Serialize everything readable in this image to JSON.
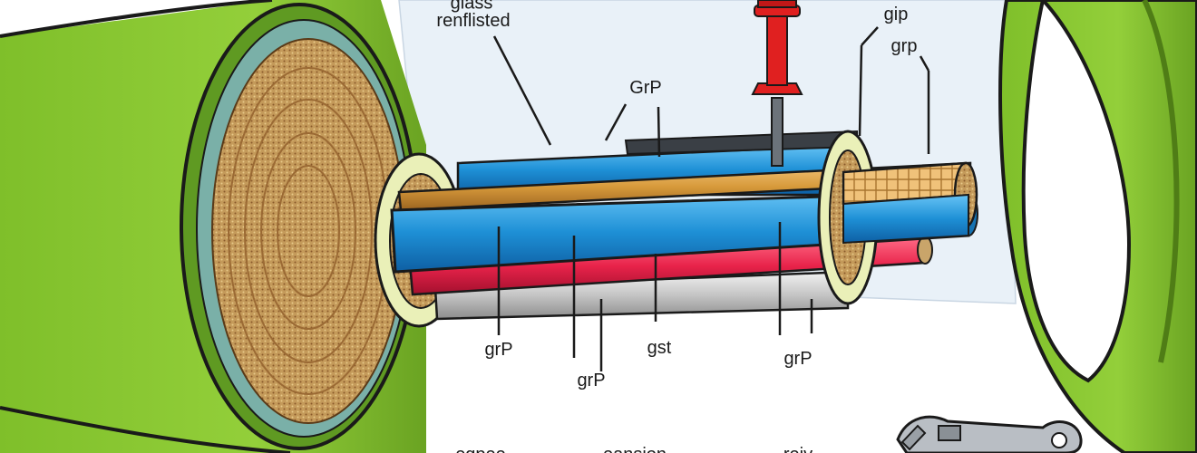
{
  "title_lines": [
    "glass",
    "renflisted"
  ],
  "labels": {
    "top_center": "GrP",
    "top_right_1": "gip",
    "top_right_2": "grp",
    "bottom_left": "grP",
    "bottom_center_left": "grP",
    "bottom_center": "gst",
    "bottom_right": "grP"
  },
  "bottom_cutoff_labels": [
    "egpee",
    "eansion",
    "reiv"
  ],
  "colors": {
    "outer_pipe": "#8cc63f",
    "outer_pipe_dark": "#5b8c1f",
    "core_fiber": "#c9a56a",
    "blue_tube": "#1e90d6",
    "red_tube": "#e8234a",
    "orange_rod": "#d79a3b",
    "gray_tube": "#bcbcbc",
    "sheet": "#e9f1f8",
    "probe_red": "#e02020"
  },
  "icons": [
    "wrench-icon",
    "probe-icon"
  ]
}
